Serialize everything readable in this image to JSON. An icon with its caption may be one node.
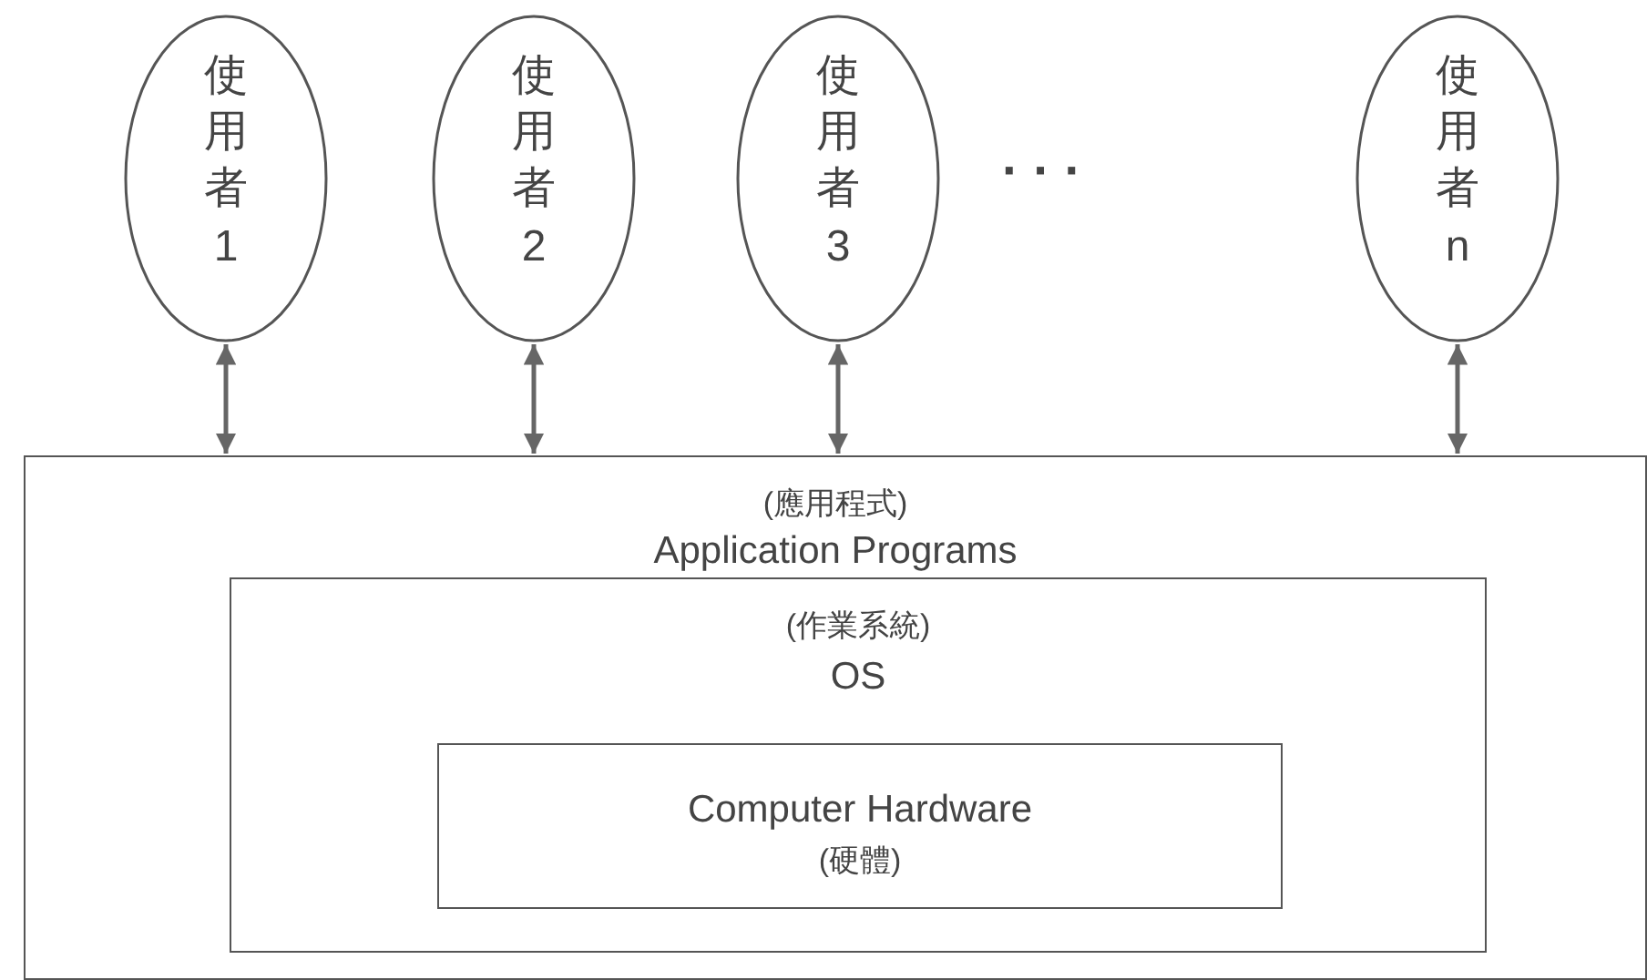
{
  "diagram": {
    "nodes": [
      {
        "text": [
          "使用者1"
        ]
      },
      {
        "text": [
          "使用者2"
        ]
      },
      {
        "text": [
          "使用者3"
        ]
      },
      {
        "text": [
          "使用者n"
        ]
      },
      {
        "text": [
          "(應用程式)",
          "Application Programs"
        ]
      },
      {
        "text": [
          "(作業系統)",
          "OS"
        ],
        "in": 4
      },
      {
        "text": [
          "Computer Hardware",
          "(硬體)"
        ],
        "in": 5
      }
    ],
    "edges": [
      {
        "from": 0,
        "to": 4,
        "arrow": "both"
      },
      {
        "from": 1,
        "to": 4,
        "arrow": "both"
      },
      {
        "from": 2,
        "to": 4,
        "arrow": "both"
      },
      {
        "from": 3,
        "to": 4,
        "arrow": "both"
      }
    ],
    "labels": [
      "· · ·"
    ]
  }
}
